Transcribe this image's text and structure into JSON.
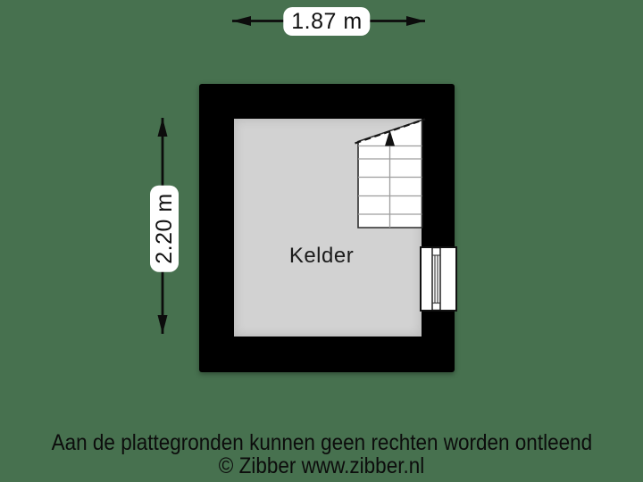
{
  "page": {
    "background_color": "#47714f"
  },
  "floorplan": {
    "room_label": "Kelder",
    "wall_color": "#000000",
    "floor_color": "#d2d2d2",
    "features": [
      "staircase-up",
      "window"
    ]
  },
  "dimensions": {
    "width_label": "1.87 m",
    "height_label": "2.20 m",
    "label_background": "#ffffff"
  },
  "footer": {
    "disclaimer": "Aan de plattegronden kunnen geen rechten worden ontleend",
    "copyright": "© Zibber www.zibber.nl"
  }
}
